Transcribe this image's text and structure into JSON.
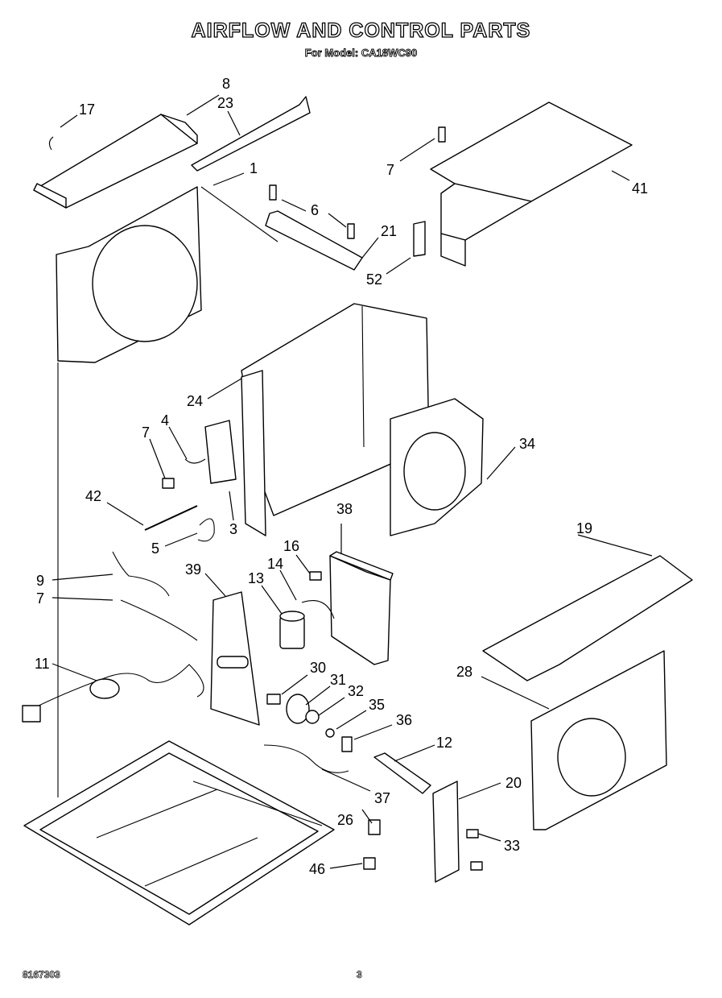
{
  "header": {
    "title": "AIRFLOW AND CONTROL PARTS",
    "subtitle": "For Model: CA18WC90"
  },
  "footer": {
    "doc_number": "8167303",
    "page_number": "3"
  },
  "callouts": [
    "8",
    "23",
    "17",
    "1",
    "7",
    "6",
    "21",
    "41",
    "52",
    "24",
    "4",
    "7",
    "34",
    "42",
    "5",
    "3",
    "38",
    "19",
    "16",
    "14",
    "13",
    "39",
    "9",
    "7",
    "11",
    "30",
    "31",
    "32",
    "35",
    "36",
    "12",
    "28",
    "20",
    "26",
    "37",
    "33",
    "46"
  ]
}
